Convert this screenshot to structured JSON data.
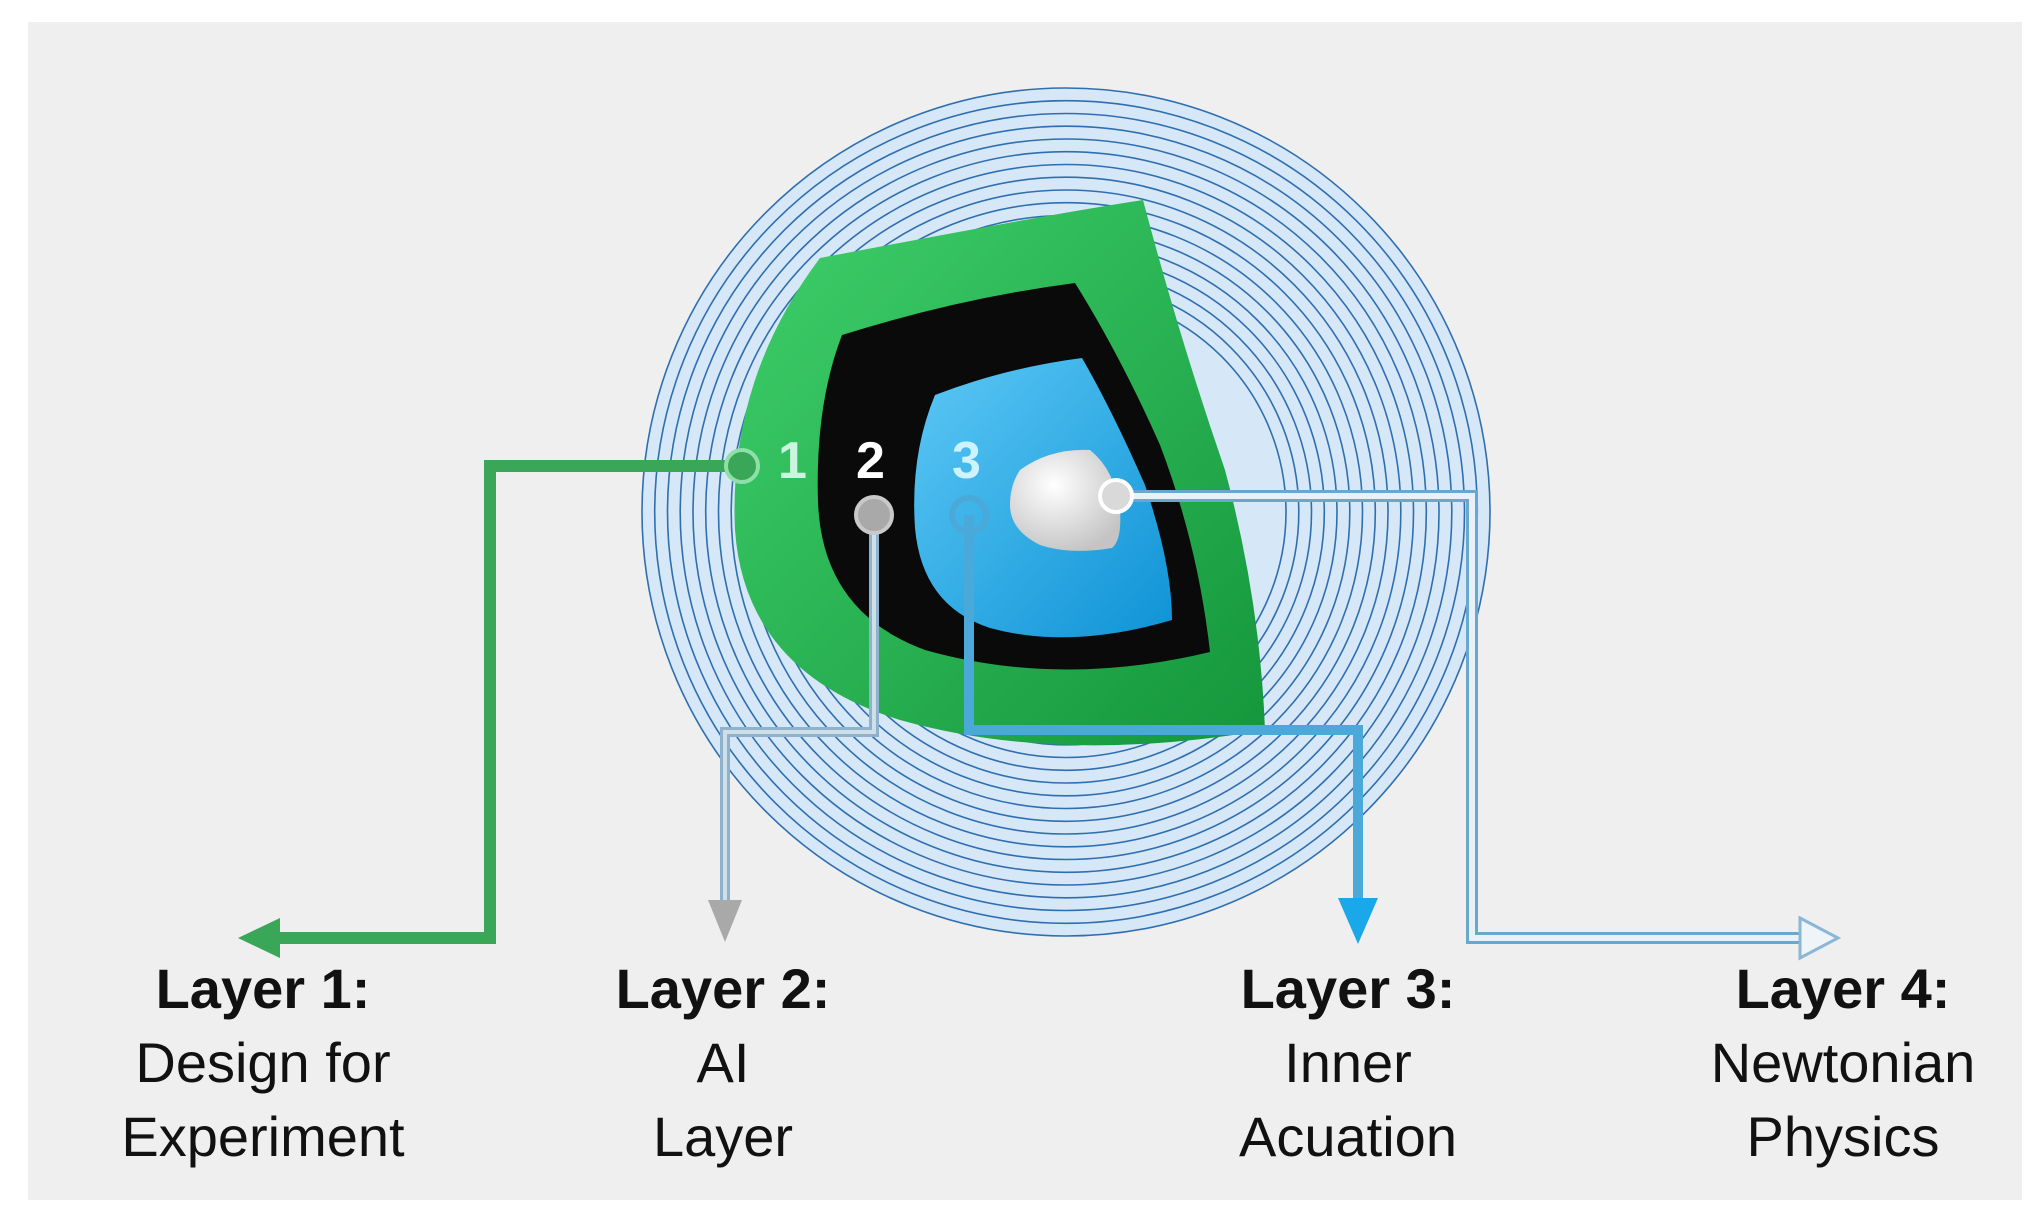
{
  "colors": {
    "background": "#efefef",
    "rings": "#2f6fb0",
    "ring_fill": "#d6e7f7",
    "layer1": "#1fb04a",
    "layer2": "#0a0a0a",
    "layer3": "#1aa8e8",
    "layer4": "#e4e4e4",
    "connector1": "#3aa657",
    "connector2": "#8fb2cc",
    "connector3": "#4aa9d8",
    "connector4": "#b9d3e6"
  },
  "markers": [
    {
      "id": "1",
      "label": "1",
      "color": "#ccf5e0"
    },
    {
      "id": "2",
      "label": "2",
      "color": "#ffffff"
    },
    {
      "id": "3",
      "label": "3",
      "color": "#ccf3ff"
    }
  ],
  "layers": [
    {
      "title": "Layer 1:",
      "lines": [
        "Design for",
        "Experiment"
      ]
    },
    {
      "title": "Layer 2:",
      "lines": [
        "AI",
        "Layer"
      ]
    },
    {
      "title": "Layer 3:",
      "lines": [
        "Inner",
        "Acuation"
      ]
    },
    {
      "title": "Layer 4:",
      "lines": [
        "Newtonian",
        "Physics"
      ]
    }
  ]
}
